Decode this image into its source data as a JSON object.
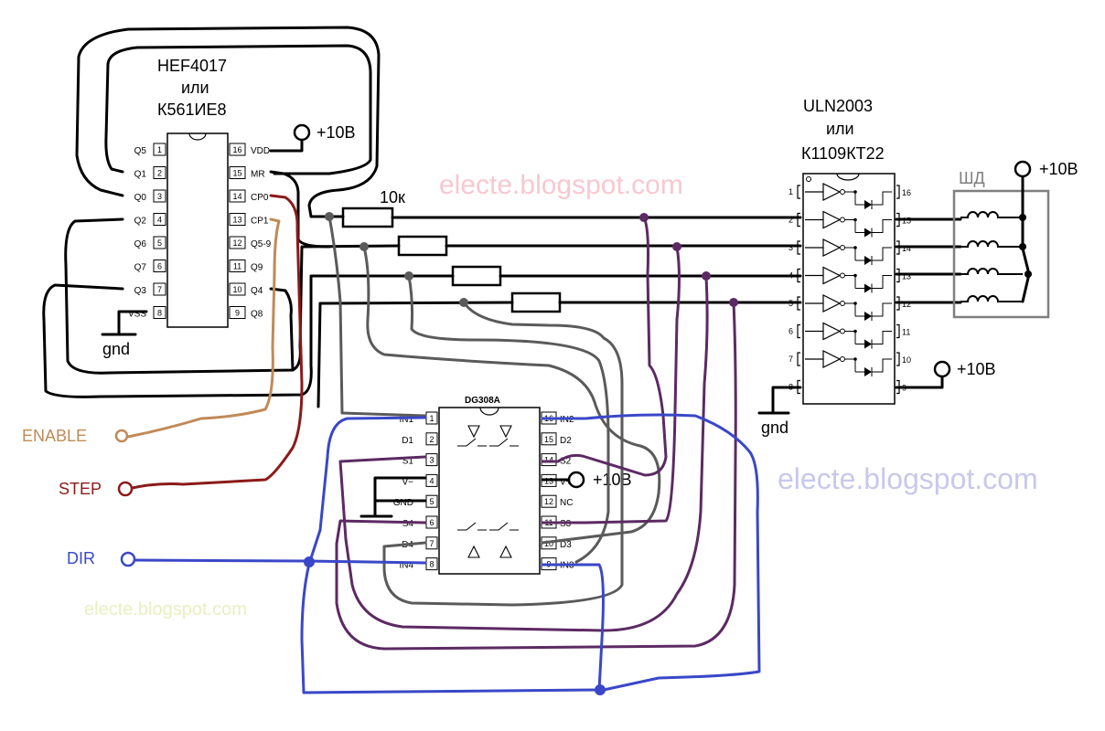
{
  "chips": {
    "hef4017": {
      "name_line1": "HEF4017",
      "name_line2": "или",
      "name_line3": "К561ИЕ8",
      "pins_left": [
        {
          "label": "Q5",
          "num": "1"
        },
        {
          "label": "Q1",
          "num": "2"
        },
        {
          "label": "Q0",
          "num": "3"
        },
        {
          "label": "Q2",
          "num": "4"
        },
        {
          "label": "Q6",
          "num": "5"
        },
        {
          "label": "Q7",
          "num": "6"
        },
        {
          "label": "Q3",
          "num": "7"
        },
        {
          "label": "VSS",
          "num": "8"
        }
      ],
      "pins_right": [
        {
          "label": "VDD",
          "num": "16"
        },
        {
          "label": "MR",
          "num": "15"
        },
        {
          "label": "CP0",
          "num": "14"
        },
        {
          "label": "CP1",
          "num": "13"
        },
        {
          "label": "Q5-9",
          "num": "12"
        },
        {
          "label": "Q9",
          "num": "11"
        },
        {
          "label": "Q4",
          "num": "10"
        },
        {
          "label": "Q8",
          "num": "9"
        }
      ]
    },
    "uln2003": {
      "name_line1": "ULN2003",
      "name_line2": "или",
      "name_line3": "К1109КТ22",
      "pins_left": [
        "1",
        "2",
        "3",
        "4",
        "5",
        "6",
        "7",
        "8"
      ],
      "pins_right": [
        "16",
        "15",
        "14",
        "13",
        "12",
        "11",
        "10",
        "9"
      ]
    },
    "dg308a": {
      "name": "DG308A",
      "pins_left": [
        {
          "label": "IN1",
          "num": "1"
        },
        {
          "label": "D1",
          "num": "2"
        },
        {
          "label": "S1",
          "num": "3"
        },
        {
          "label": "V−",
          "num": "4"
        },
        {
          "label": "GND",
          "num": "5"
        },
        {
          "label": "S4",
          "num": "6"
        },
        {
          "label": "D4",
          "num": "7"
        },
        {
          "label": "IN4",
          "num": "8"
        }
      ],
      "pins_right": [
        {
          "label": "IN2",
          "num": "16"
        },
        {
          "label": "D2",
          "num": "15"
        },
        {
          "label": "S2",
          "num": "14"
        },
        {
          "label": "V+",
          "num": "13"
        },
        {
          "label": "NC",
          "num": "12"
        },
        {
          "label": "S3",
          "num": "11"
        },
        {
          "label": "D3",
          "num": "10"
        },
        {
          "label": "IN3",
          "num": "9"
        }
      ]
    }
  },
  "labels": {
    "power_10v": "+10В",
    "gnd": "gnd",
    "resistor": "10к",
    "motor": "ШД",
    "enable": "ENABLE",
    "step": "STEP",
    "dir": "DIR",
    "watermark": "electe.blogspot.com"
  },
  "colors": {
    "wire_black": "#000000",
    "wire_blue": "#3a47c8",
    "wire_purple": "#5c2a63",
    "wire_gray": "#5a5a5a",
    "wire_darkred": "#8b1a1a",
    "wire_tan": "#c08a58",
    "motor_box": "#7f7f7f",
    "watermark_pink": "#f7c8d0",
    "watermark_lavender": "#c8c8ec",
    "watermark_yellow": "#e8f0c0"
  }
}
